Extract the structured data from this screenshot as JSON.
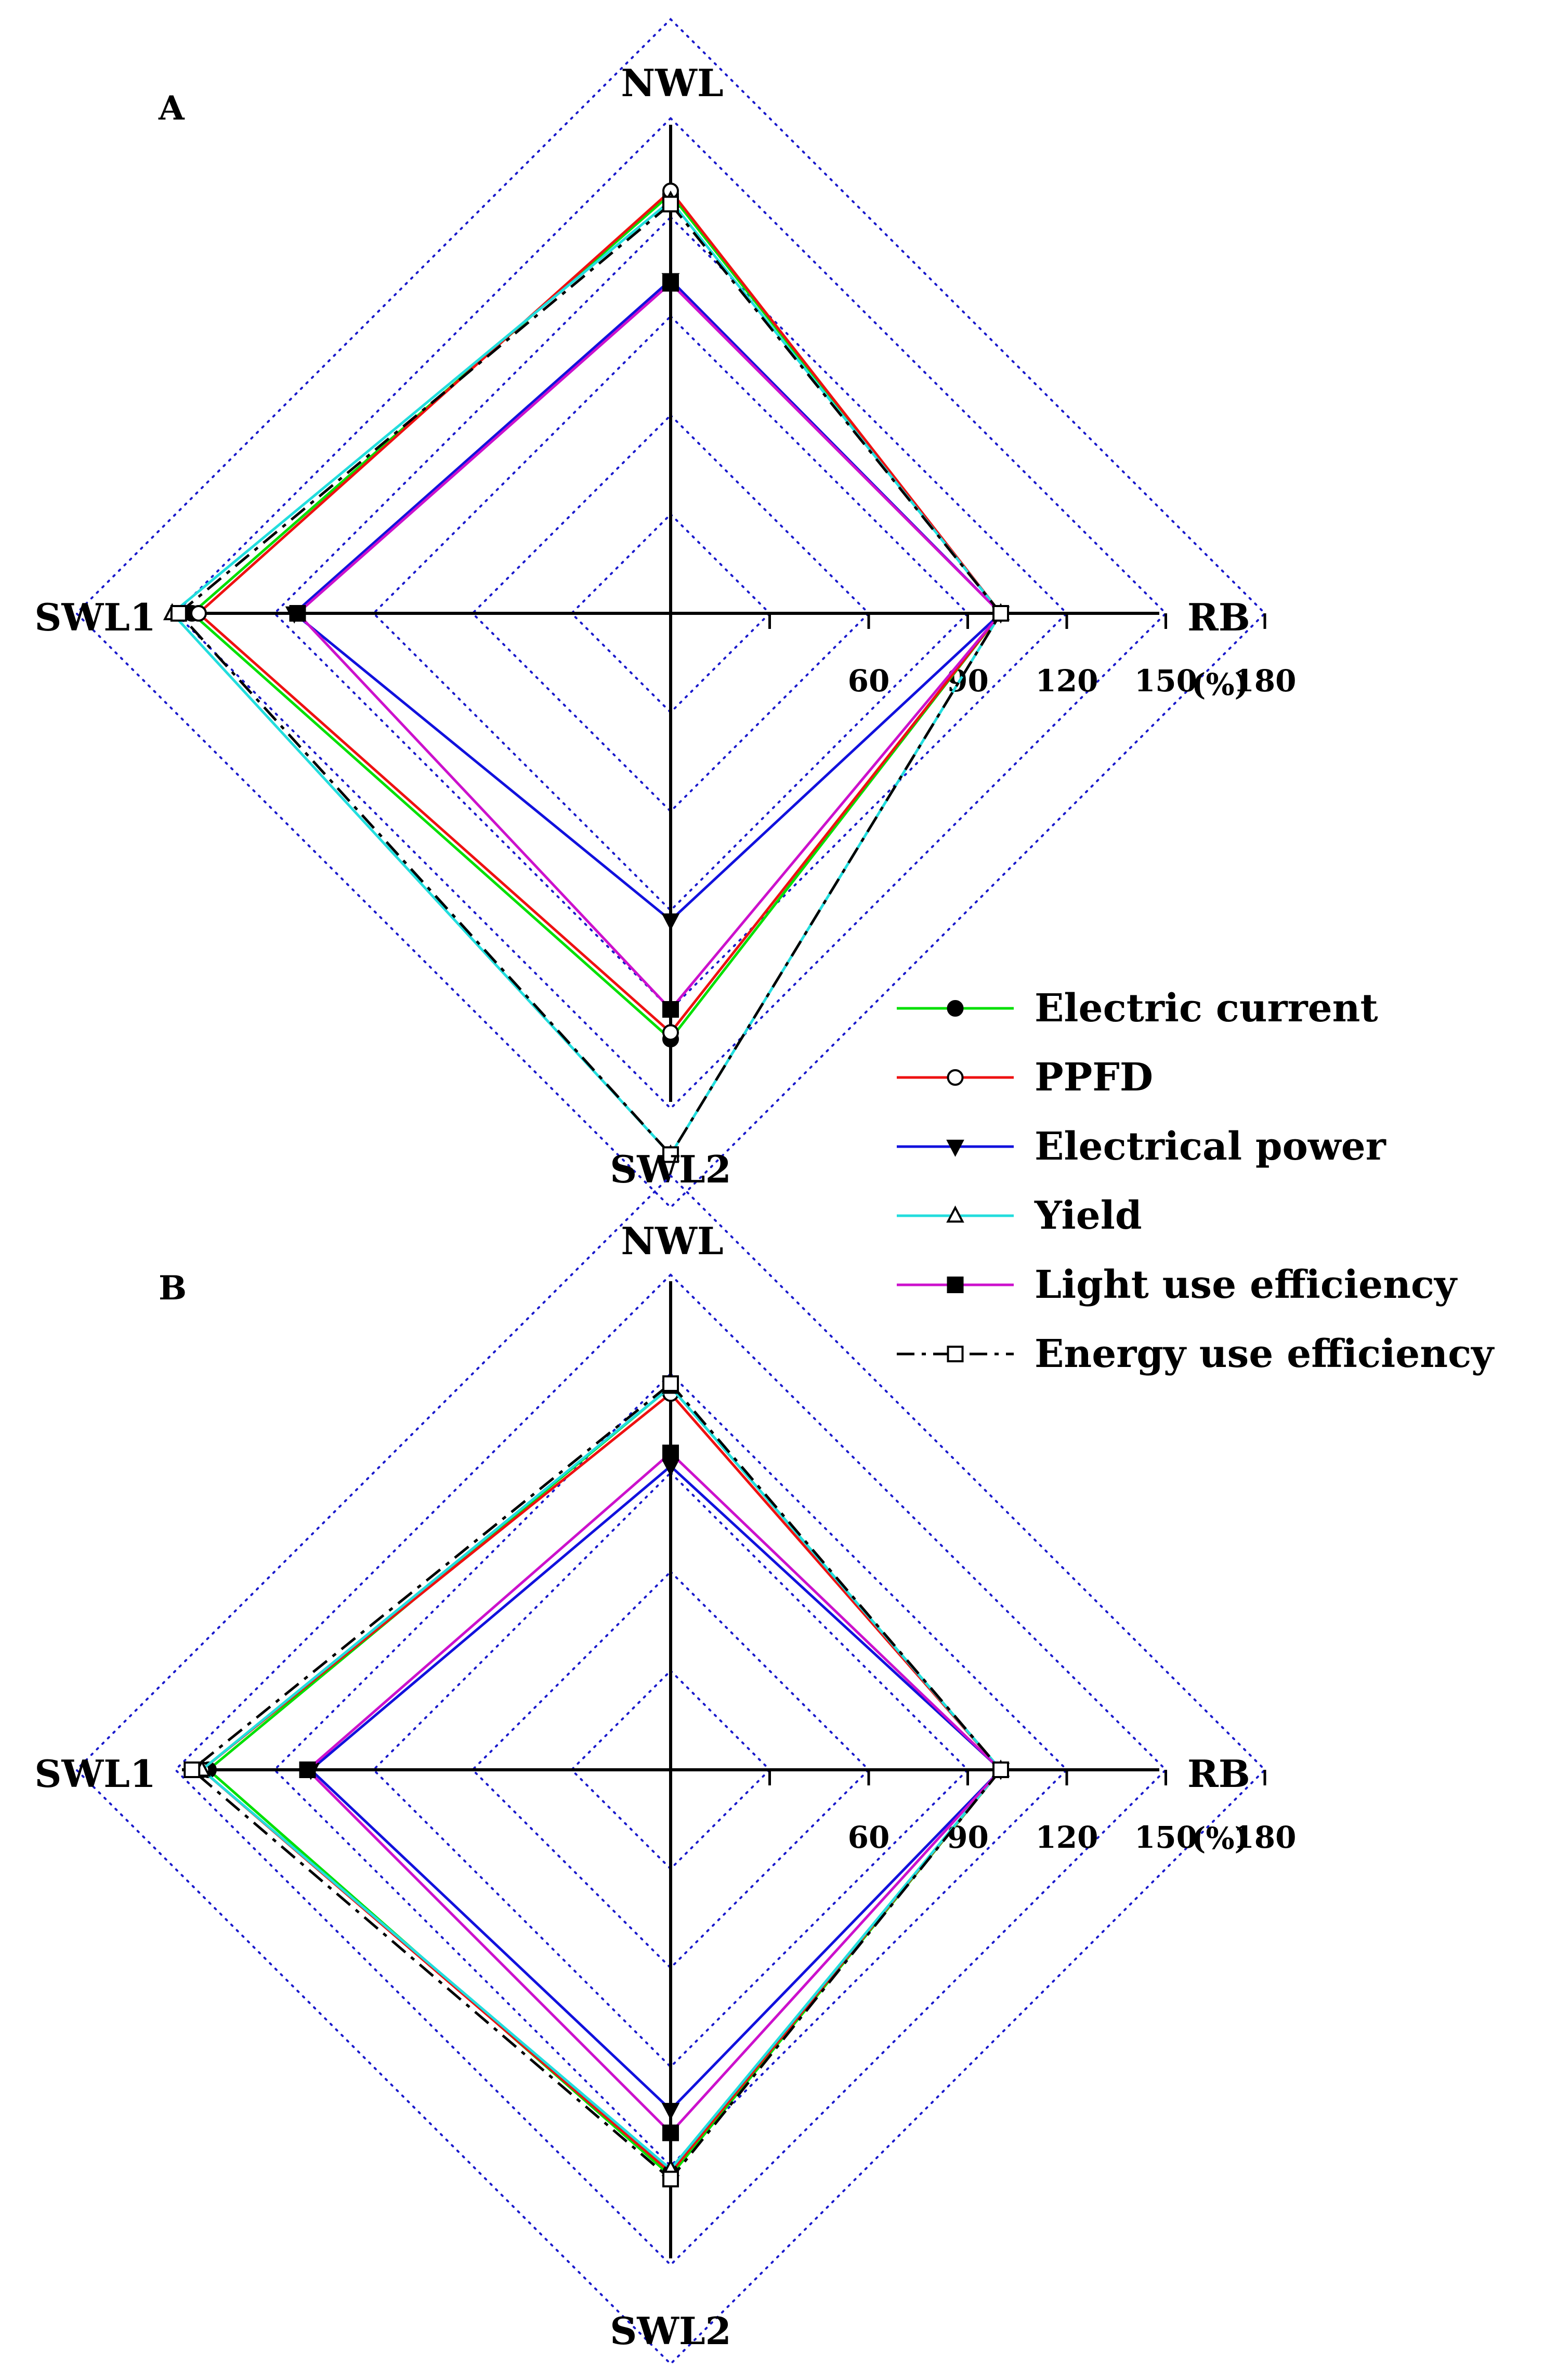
{
  "chart_data": {
    "type": "radar",
    "axes": [
      "NWL",
      "RB",
      "SWL2",
      "SWL1"
    ],
    "axis_units": "(%)",
    "rlim": [
      0,
      180
    ],
    "rings": [
      30,
      60,
      90,
      120,
      150,
      180
    ],
    "tick_labels": [
      "60",
      "90",
      "120",
      "150",
      "180"
    ],
    "grid": "dotted",
    "legend_position": "right",
    "colors": {
      "grid": "#1a1acc",
      "axis": "#000000",
      "electric_current": "#00e000",
      "ppfd": "#ee1111",
      "electrical_power": "#1111dd",
      "yield": "#22dddd",
      "light_use_efficiency": "#cc11cc",
      "energy_use_efficiency": "#000000"
    },
    "legend": [
      {
        "key": "electric_current",
        "label": "Electric current"
      },
      {
        "key": "ppfd",
        "label": "PPFD"
      },
      {
        "key": "electrical_power",
        "label": "Electrical power"
      },
      {
        "key": "yield",
        "label": "Yield"
      },
      {
        "key": "light_use_efficiency",
        "label": "Light use efficiency"
      },
      {
        "key": "energy_use_efficiency",
        "label": "Energy use efficiency"
      }
    ],
    "panels": [
      {
        "label": "A",
        "series": [
          {
            "key": "electric_current",
            "values": [
              127,
              100,
              129,
              145
            ]
          },
          {
            "key": "ppfd",
            "values": [
              128,
              100,
              127,
              143
            ]
          },
          {
            "key": "electrical_power",
            "values": [
              101,
              100,
              93,
              114
            ]
          },
          {
            "key": "yield",
            "values": [
              125,
              100,
              164,
              151
            ]
          },
          {
            "key": "light_use_efficiency",
            "values": [
              100,
              100,
              120,
              113
            ]
          },
          {
            "key": "energy_use_efficiency",
            "values": [
              124,
              100,
              164,
              149
            ]
          }
        ]
      },
      {
        "label": "B",
        "series": [
          {
            "key": "electric_current",
            "values": [
              116,
              100,
              123,
              140
            ]
          },
          {
            "key": "ppfd",
            "values": [
              114,
              100,
              122,
              142
            ]
          },
          {
            "key": "electrical_power",
            "values": [
              92,
              100,
              103,
              109
            ]
          },
          {
            "key": "yield",
            "values": [
              116,
              100,
              121,
              142
            ]
          },
          {
            "key": "light_use_efficiency",
            "values": [
              96,
              100,
              110,
              110
            ]
          },
          {
            "key": "energy_use_efficiency",
            "values": [
              117,
              100,
              124,
              145
            ]
          }
        ]
      }
    ]
  }
}
